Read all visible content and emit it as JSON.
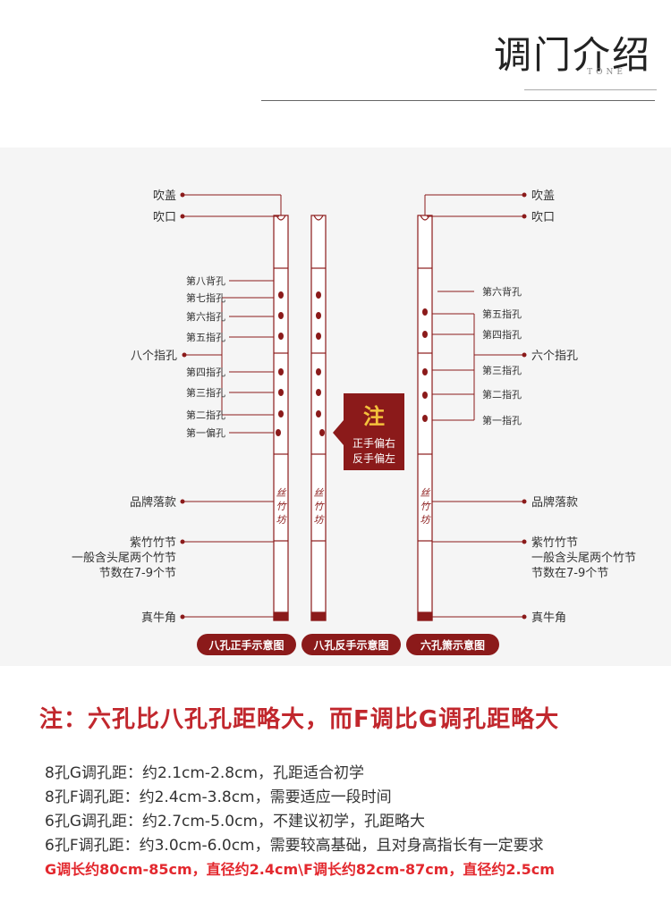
{
  "header": {
    "title": "调门介绍",
    "subtitle": "TONE"
  },
  "left_labels": {
    "cap": "吹盖",
    "mouth": "吹口",
    "back8": "第八背孔",
    "h7": "第七指孔",
    "h6": "第六指孔",
    "h5": "第五指孔",
    "group": "八个指孔",
    "h4": "第四指孔",
    "h3": "第三指孔",
    "h2": "第二指孔",
    "offset": "第一偏孔",
    "brand": "品牌落款",
    "bamboo": "紫竹竹节",
    "bamboo_note1": "一般含头尾两个竹节",
    "bamboo_note2": "节数在7-9个节",
    "horn": "真牛角"
  },
  "right_labels": {
    "cap": "吹盖",
    "mouth": "吹口",
    "back6": "第六背孔",
    "h5": "第五指孔",
    "h4": "第四指孔",
    "group": "六个指孔",
    "h3": "第三指孔",
    "h2": "第二指孔",
    "h1": "第一指孔",
    "brand": "品牌落款",
    "bamboo": "紫竹竹节",
    "bamboo_note1": "一般含头尾两个竹节",
    "bamboo_note2": "节数在7-9个节",
    "horn": "真牛角"
  },
  "callout": {
    "title": "注",
    "line1": "正手偏右",
    "line2": "反手偏左"
  },
  "brand_mark": [
    "丝",
    "竹",
    "坊"
  ],
  "captions": [
    "八孔正手示意图",
    "八孔反手示意图",
    "六孔箫示意图"
  ],
  "note": "注：六孔比八孔孔距略大，而F调比G调孔距略大",
  "specs": [
    "8孔G调孔距：约2.1cm-2.8cm，孔距适合初学",
    "8孔F调孔距：约2.4cm-3.8cm，需要适应一段时间",
    "6孔G调孔距：约2.7cm-5.0cm，不建议初学，孔距略大",
    "6孔F调孔距：约3.0cm-6.0cm，需要较高基础，且对身高指长有一定要求"
  ],
  "length_note": "G调长约80cm-85cm，直径约2.4cm\\F调长约82cm-87cm，直径约2.5cm",
  "colors": {
    "accent": "#8b1a1a",
    "red_text": "#e3282e",
    "note_red": "#c1272d",
    "hole": "#8b1a1a"
  }
}
